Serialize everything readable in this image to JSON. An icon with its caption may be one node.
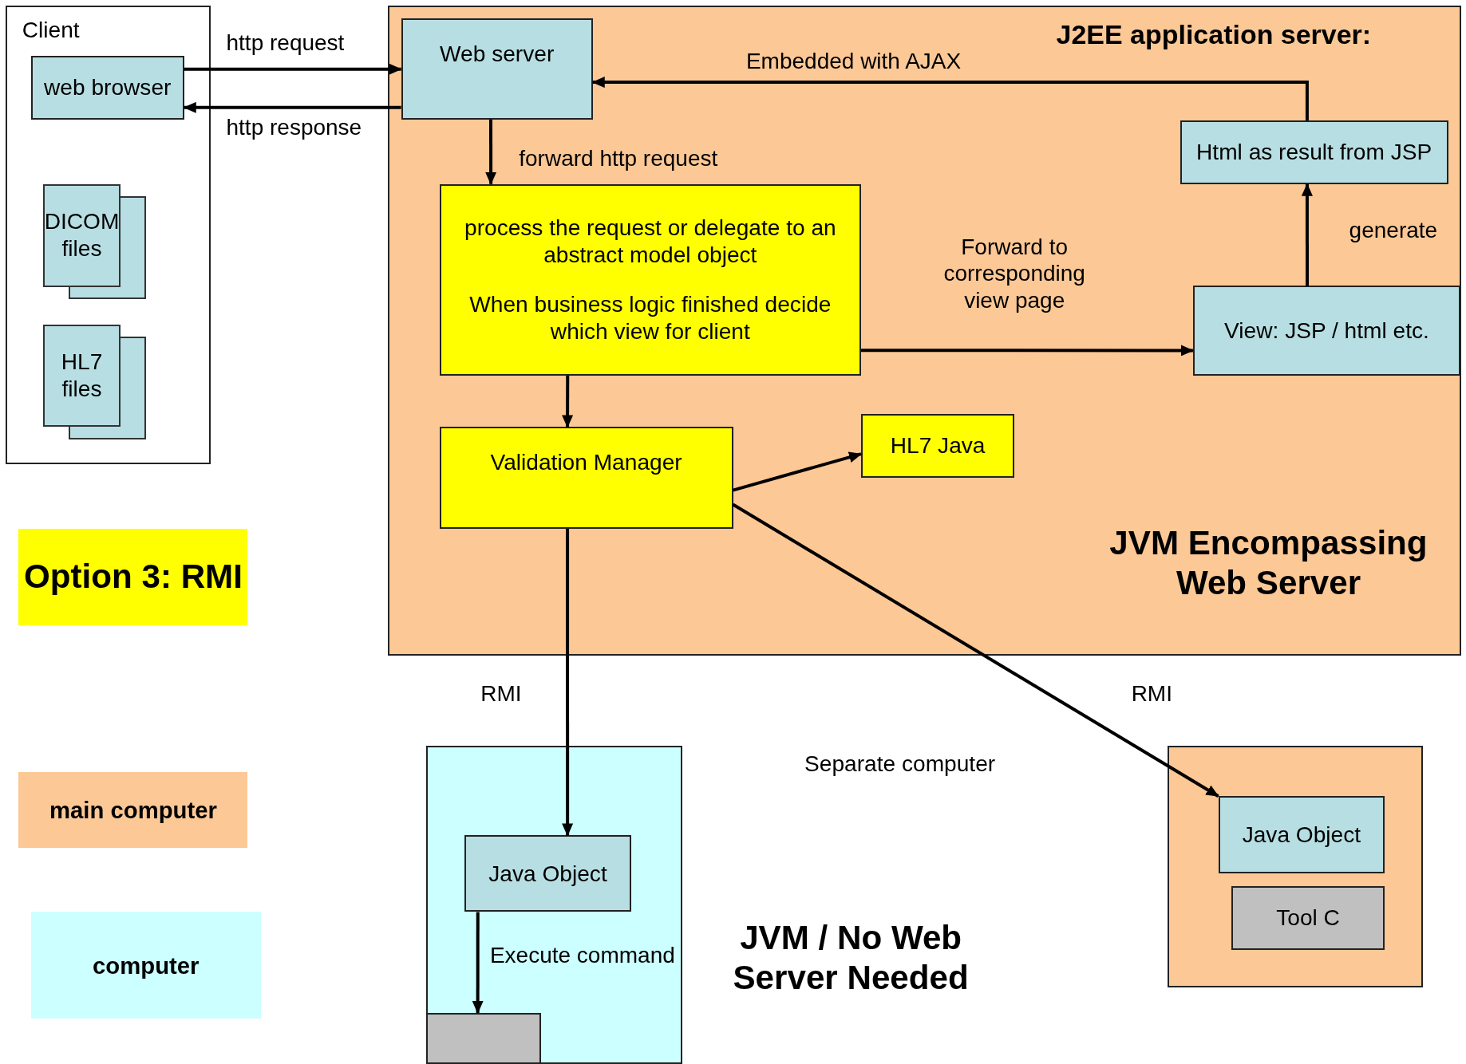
{
  "diagram": {
    "nodes": [
      {
        "text": [
          "Client"
        ]
      },
      {
        "text": [
          "web browser"
        ],
        "in": 0
      },
      {
        "text": [
          "DICOM files"
        ],
        "in": 0
      },
      {
        "text": [
          "HL7 files"
        ],
        "in": 0
      },
      {
        "text": [
          "Option 3: RMI"
        ]
      },
      {
        "text": [
          "J2EE application server:",
          "JVM Encompassing Web Server"
        ]
      },
      {
        "text": [
          "Web server"
        ],
        "in": 5
      },
      {
        "text": [
          "process the request or delegate to an abstract model object",
          "When business logic finished decide which view for client"
        ],
        "in": 5
      },
      {
        "text": [
          "Html as result from JSP"
        ],
        "in": 5
      },
      {
        "text": [
          "View: JSP / html etc."
        ],
        "in": 5
      },
      {
        "text": [
          "Validation Manager"
        ],
        "in": 5
      },
      {
        "text": [
          "HL7 Java"
        ],
        "in": 5
      },
      {
        "text": [],
        "shape": "box"
      },
      {
        "text": [
          "Java Object"
        ],
        "in": 12
      },
      {
        "text": [],
        "shape": "box",
        "in": 12
      },
      {
        "text": [],
        "shape": "box"
      },
      {
        "text": [
          "Java Object"
        ],
        "in": 15
      },
      {
        "text": [
          "Tool C"
        ],
        "in": 15
      }
    ],
    "edges": [
      {
        "from": 1,
        "to": 6,
        "arrow": "to",
        "label": "http request"
      },
      {
        "from": 6,
        "to": 1,
        "arrow": "to",
        "label": "http response"
      },
      {
        "from": 6,
        "to": 7,
        "arrow": "to",
        "label": "forward http request"
      },
      {
        "from": 8,
        "to": 6,
        "arrow": "to",
        "label": "Embedded with AJAX"
      },
      {
        "from": 9,
        "to": 8,
        "arrow": "to",
        "label": "generate"
      },
      {
        "from": 7,
        "to": 9,
        "arrow": "to",
        "label": "Forward to corresponding view page"
      },
      {
        "from": 7,
        "to": 10,
        "arrow": "to"
      },
      {
        "from": 10,
        "to": 11,
        "arrow": "to"
      },
      {
        "from": 10,
        "to": 13,
        "arrow": "to",
        "label": "RMI"
      },
      {
        "from": 10,
        "to": 16,
        "arrow": "to",
        "label": "RMI"
      },
      {
        "from": 13,
        "to": 14,
        "arrow": "to",
        "label": "Execute command"
      }
    ],
    "labels": [
      "Separate computer",
      "JVM / No Web Server Needed"
    ],
    "legend": [
      {
        "text": "main computer",
        "color": "#fcc896"
      },
      {
        "text": "computer",
        "color": "#ccffff"
      }
    ]
  }
}
